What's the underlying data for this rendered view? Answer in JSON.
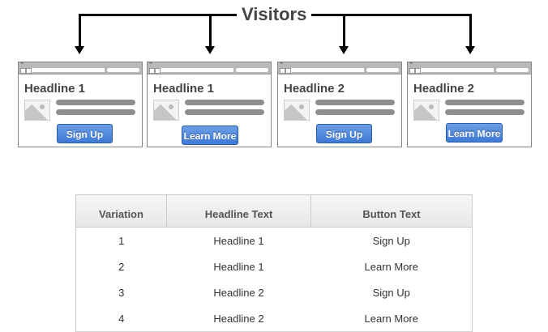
{
  "diagram": {
    "title": "Visitors",
    "colors": {
      "arrow": "#000000",
      "button": "#4a84dc",
      "text": "#444444"
    },
    "variations": [
      {
        "headline": "Headline 1",
        "button": "Sign Up"
      },
      {
        "headline": "Headline 1",
        "button": "Learn More"
      },
      {
        "headline": "Headline 2",
        "button": "Sign Up"
      },
      {
        "headline": "Headline 2",
        "button": "Learn More"
      }
    ]
  },
  "table": {
    "headers": [
      "Variation",
      "Headline Text",
      "Button Text"
    ],
    "rows": [
      [
        "1",
        "Headline 1",
        "Sign Up"
      ],
      [
        "2",
        "Headline 1",
        "Learn More"
      ],
      [
        "3",
        "Headline 2",
        "Sign Up"
      ],
      [
        "4",
        "Headline 2",
        "Learn More"
      ]
    ]
  }
}
